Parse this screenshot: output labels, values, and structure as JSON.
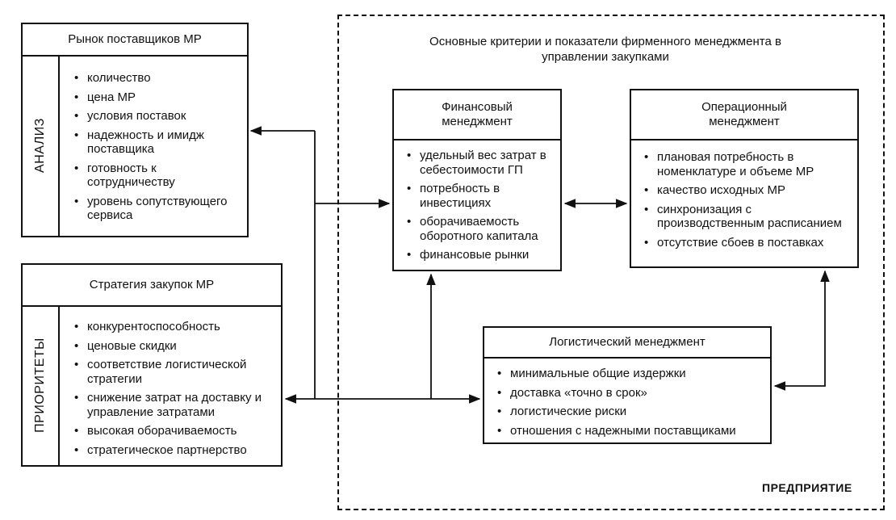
{
  "market": {
    "title": "Рынок поставщиков МР",
    "side_label": "АНАЛИЗ",
    "items": [
      "количество",
      "цена МР",
      "условия поставок",
      "надежность и имидж поставщика",
      "готовность к сотрудничеству",
      "уровень сопутствующего сервиса"
    ]
  },
  "strategy": {
    "title": "Стратегия закупок МР",
    "side_label": "ПРИОРИТЕТЫ",
    "items": [
      "конкурентоспособность",
      "ценовые скидки",
      "соответствие логистической стратегии",
      "снижение затрат на доставку и управление затратами",
      "высокая оборачиваемость",
      "стратегическое партнерство"
    ]
  },
  "enterprise": {
    "title": "Основные критерии и показатели фирменного менеджмента в управлении закупками",
    "label": "ПРЕДПРИЯТИЕ"
  },
  "financial": {
    "title": "Финансовый менеджмент",
    "items": [
      "удельный вес затрат в себестоимости ГП",
      "потребность в инвестициях",
      "оборачиваемость оборотного капитала",
      "финансовые рынки"
    ]
  },
  "operational": {
    "title": "Операционный менеджмент",
    "items": [
      "плановая потребность в номенклатуре и объеме МР",
      "качество исходных МР",
      "синхронизация с производственным расписанием",
      "отсутствие сбоев в поставках"
    ]
  },
  "logistic": {
    "title": "Логистический менеджмент",
    "items": [
      "минимальные общие издержки",
      "доставка «точно в срок»",
      "логистические риски",
      "отношения с надежными поставщиками"
    ]
  }
}
